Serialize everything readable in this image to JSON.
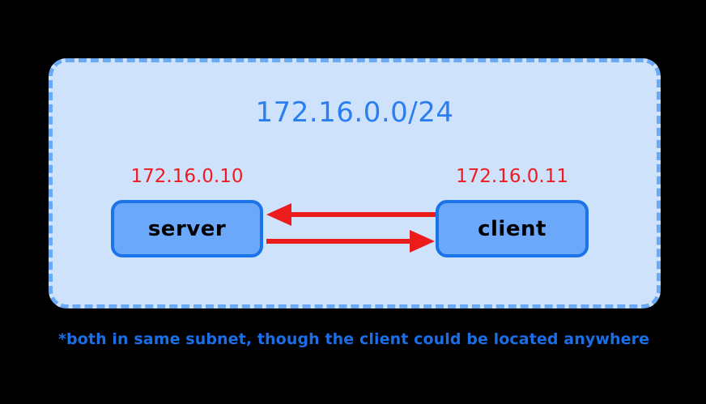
{
  "diagram": {
    "background_color": "#000000",
    "subnet": {
      "cidr": "172.16.0.0/24",
      "fill_color": "#cfe2fb",
      "border_color": "#6aa9f4",
      "border_style": "dashed"
    },
    "nodes": [
      {
        "id": "server",
        "label": "server",
        "ip": "172.16.0.10",
        "fill_color": "#6ba8fa",
        "border_color": "#1a73e8",
        "label_color": "#000000",
        "ip_color": "#ee1c22"
      },
      {
        "id": "client",
        "label": "client",
        "ip": "172.16.0.11",
        "fill_color": "#6ba8fa",
        "border_color": "#1a73e8",
        "label_color": "#000000",
        "ip_color": "#ee1c22"
      }
    ],
    "arrows": [
      {
        "id": "client-to-server",
        "direction": "left",
        "from": "client",
        "to": "server",
        "color": "#ec1c1c"
      },
      {
        "id": "server-to-client",
        "direction": "right",
        "from": "server",
        "to": "client",
        "color": "#ec1c1c"
      }
    ],
    "footnote": {
      "text": "*both in same subnet, though the client could be located anywhere",
      "color": "#1a6ee8"
    }
  }
}
